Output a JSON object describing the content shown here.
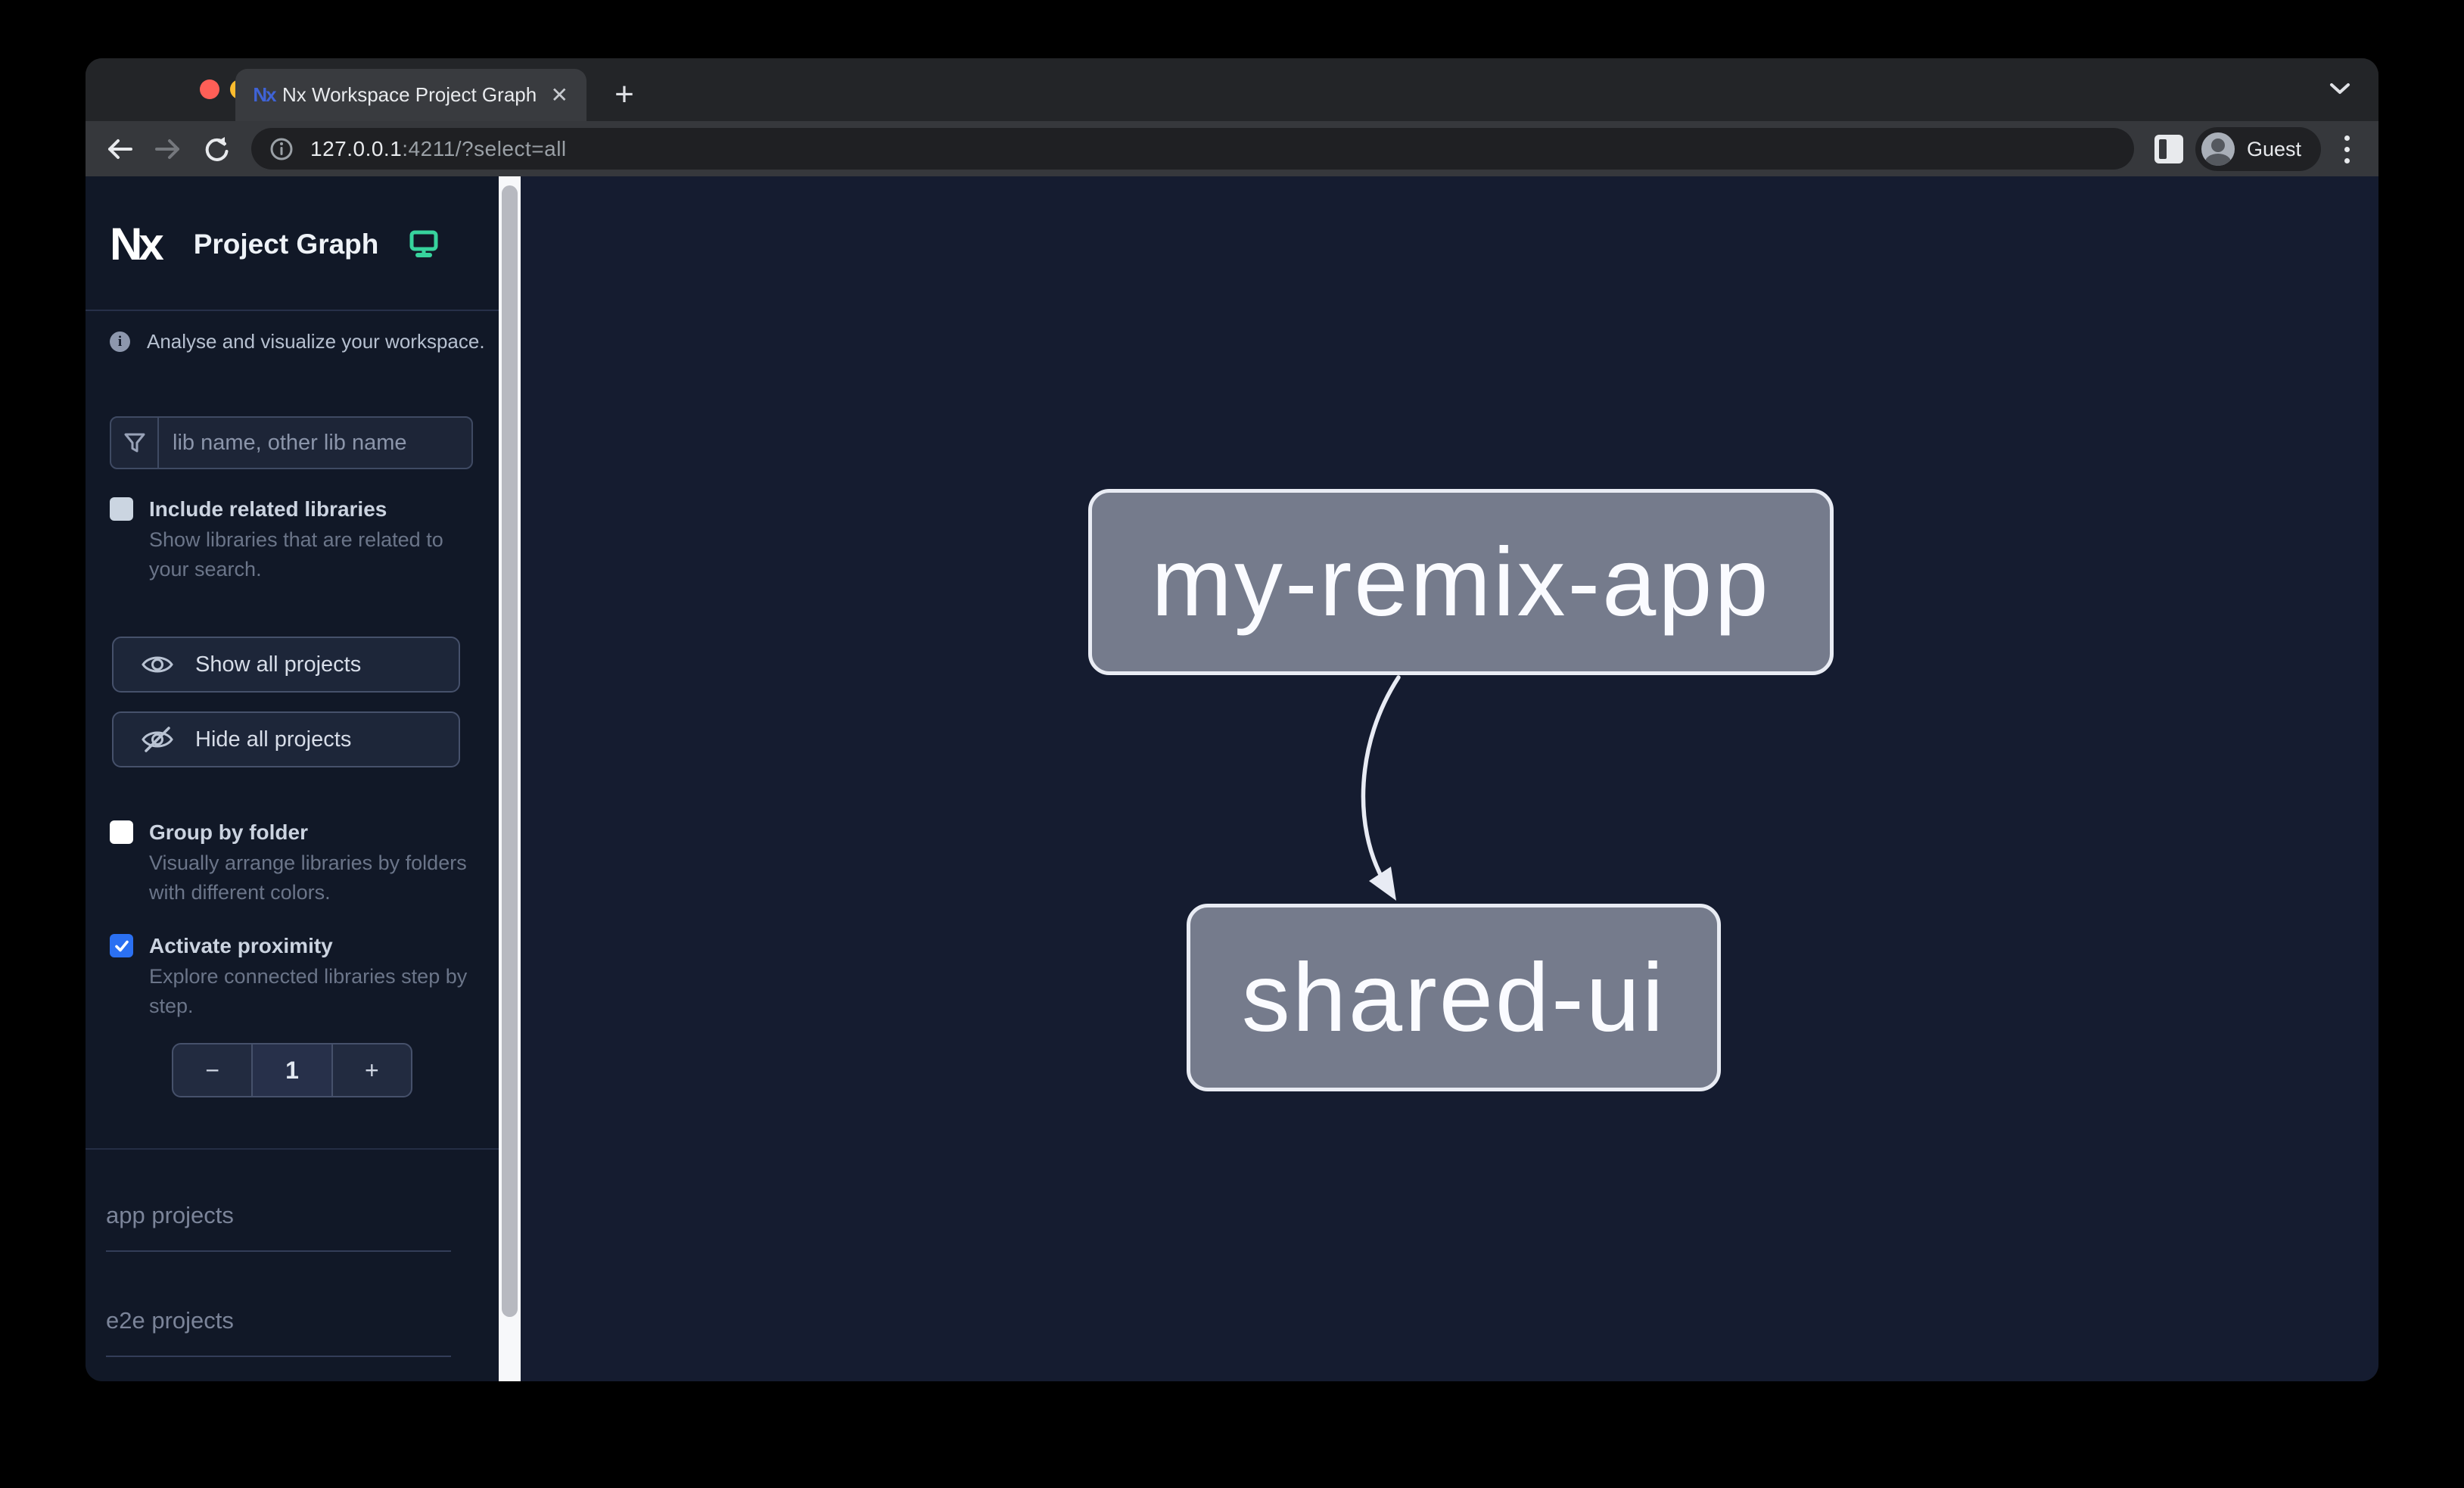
{
  "chrome": {
    "tab": {
      "favicon_text": "Nx",
      "title": "Nx Workspace Project Graph",
      "close_glyph": "✕"
    },
    "new_tab_glyph": "+",
    "url": {
      "host": "127.0.0.1",
      "path": ":4211/?select=all"
    },
    "profile_label": "Guest"
  },
  "sidebar": {
    "brand": {
      "logo_text": "Nx",
      "title": "Project Graph"
    },
    "tagline_info_glyph": "i",
    "tagline": "Analyse and visualize your workspace.",
    "filter": {
      "placeholder": "lib name, other lib name",
      "value": ""
    },
    "options": [
      {
        "label": "Include related libraries",
        "description": "Show libraries that are related to your search.",
        "checked": false
      },
      {
        "label": "Group by folder",
        "description": "Visually arrange libraries by folders with different colors.",
        "checked": false
      },
      {
        "label": "Activate proximity",
        "description": "Explore connected libraries step by step.",
        "checked": true
      }
    ],
    "actions": [
      {
        "label": "Show all projects",
        "icon": "eye-icon"
      },
      {
        "label": "Hide all projects",
        "icon": "eye-off-icon"
      }
    ],
    "stepper": {
      "decrease_label": "−",
      "value": "1",
      "increase_label": "+"
    },
    "sections": [
      {
        "label": "app projects"
      },
      {
        "label": "e2e projects"
      }
    ]
  },
  "graph": {
    "nodes": [
      {
        "label": "my-remix-app"
      },
      {
        "label": "shared-ui"
      }
    ],
    "edges": [
      {
        "source": "my-remix-app",
        "target": "shared-ui"
      }
    ]
  },
  "colors": {
    "accent_blue": "#2b70f2",
    "accent_green": "#45bd95",
    "node_fill": "#757b8c",
    "node_border": "#e9ecf4",
    "sidebar_bg": "#111827",
    "canvas_bg": "#151c30"
  }
}
